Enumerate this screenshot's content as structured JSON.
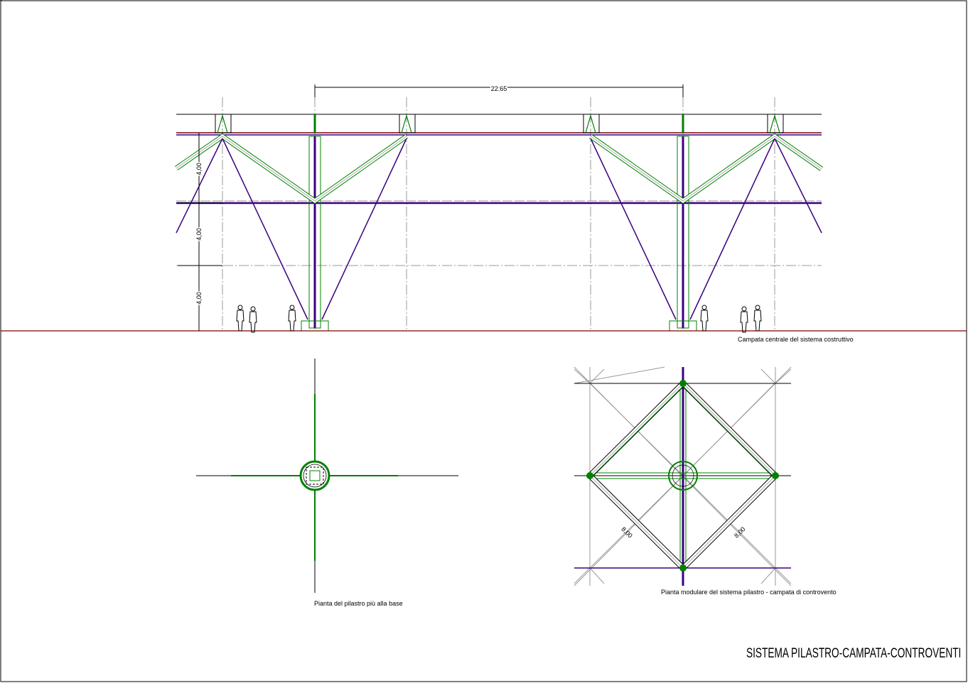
{
  "sheet": {
    "title": "SISTEMA PILASTRO-CAMPATA-CONTROVENTI"
  },
  "elevation": {
    "caption": "Campata centrale del sistema costruttivo",
    "span_dimension": "22.65",
    "height_dimensions": [
      "4,00",
      "4,00",
      "4,00"
    ]
  },
  "column_plan": {
    "caption": "Pianta del pilastro più alla base"
  },
  "module_plan": {
    "caption": "Pianta modulare del sistema pilastro - campata di controvento",
    "diagonal_dimensions": [
      "8,00",
      "8,00"
    ]
  },
  "colors": {
    "structure": "#008000",
    "cable": "#3a0080",
    "ground": "#800000",
    "grid": "#9a9a9a"
  }
}
